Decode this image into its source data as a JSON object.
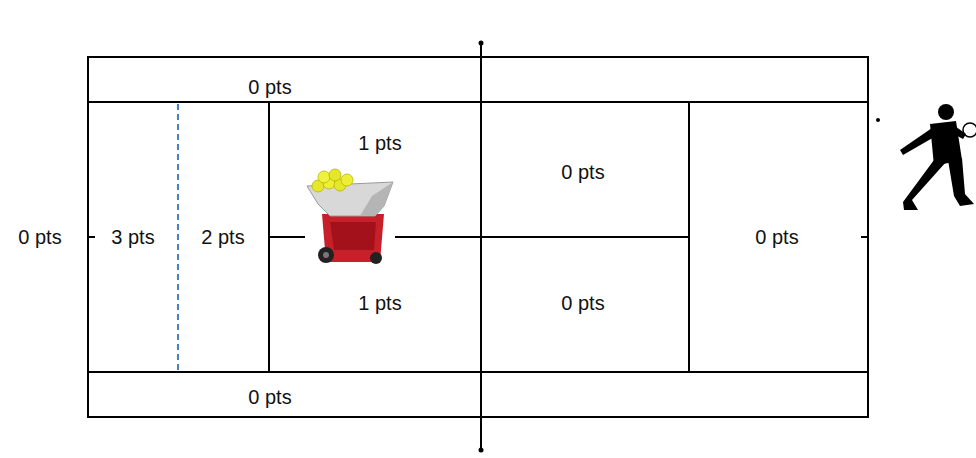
{
  "diagram": {
    "nodes": [
      {
        "text": [
          "0 pts"
        ]
      },
      {
        "text": [
          "3 pts"
        ]
      },
      {
        "text": [
          "2 pts"
        ]
      },
      {
        "text": [
          "1 pts"
        ]
      },
      {
        "text": [
          "0 pts"
        ]
      },
      {
        "text": [
          "0 pts"
        ]
      },
      {
        "text": [
          "1 pts"
        ]
      },
      {
        "text": [
          "0 pts"
        ]
      },
      {
        "text": [
          "0 pts"
        ]
      }
    ],
    "labels": [
      "0 pts"
    ]
  }
}
